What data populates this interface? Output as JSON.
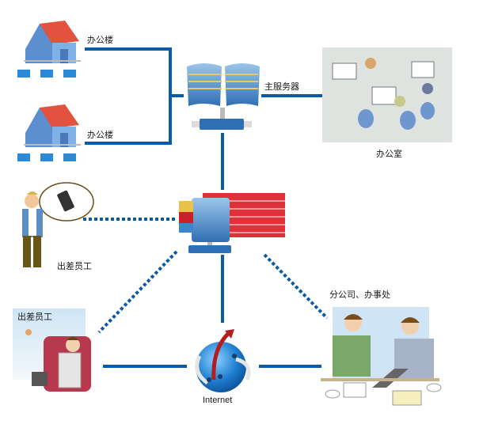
{
  "diagram": {
    "title": "",
    "line_color": "#0b5aa8",
    "nodes": {
      "building_1": {
        "label": "办公楼",
        "icon": "office-building-network-icon"
      },
      "building_2": {
        "label": "办公楼",
        "icon": "office-building-network-icon"
      },
      "main_server": {
        "label": "主服务器",
        "icon": "server-icon"
      },
      "office": {
        "label": "办公室",
        "icon": "office-room-illustration"
      },
      "firewall": {
        "label": "",
        "icon": "firewall-server-icon"
      },
      "mobile_employee": {
        "label": "出差员工",
        "icon": "mobile-employee-illustration"
      },
      "travel_employee": {
        "label": "出差员工",
        "icon": "airport-employee-illustration"
      },
      "internet": {
        "label": "Internet",
        "icon": "globe-icon"
      },
      "branch": {
        "label": "分公司、办事处",
        "icon": "branch-office-illustration"
      }
    },
    "edges": [
      {
        "from": "building_1",
        "to": "main_server",
        "style": "solid"
      },
      {
        "from": "building_2",
        "to": "main_server",
        "style": "solid"
      },
      {
        "from": "main_server",
        "to": "office",
        "style": "solid"
      },
      {
        "from": "main_server",
        "to": "firewall",
        "style": "solid"
      },
      {
        "from": "mobile_employee",
        "to": "firewall",
        "style": "dotted"
      },
      {
        "from": "firewall",
        "to": "internet",
        "style": "solid"
      },
      {
        "from": "firewall",
        "to": "travel_employee",
        "style": "dotted"
      },
      {
        "from": "firewall",
        "to": "branch",
        "style": "dotted"
      },
      {
        "from": "travel_employee",
        "to": "internet",
        "style": "solid"
      },
      {
        "from": "internet",
        "to": "branch",
        "style": "solid"
      }
    ]
  }
}
